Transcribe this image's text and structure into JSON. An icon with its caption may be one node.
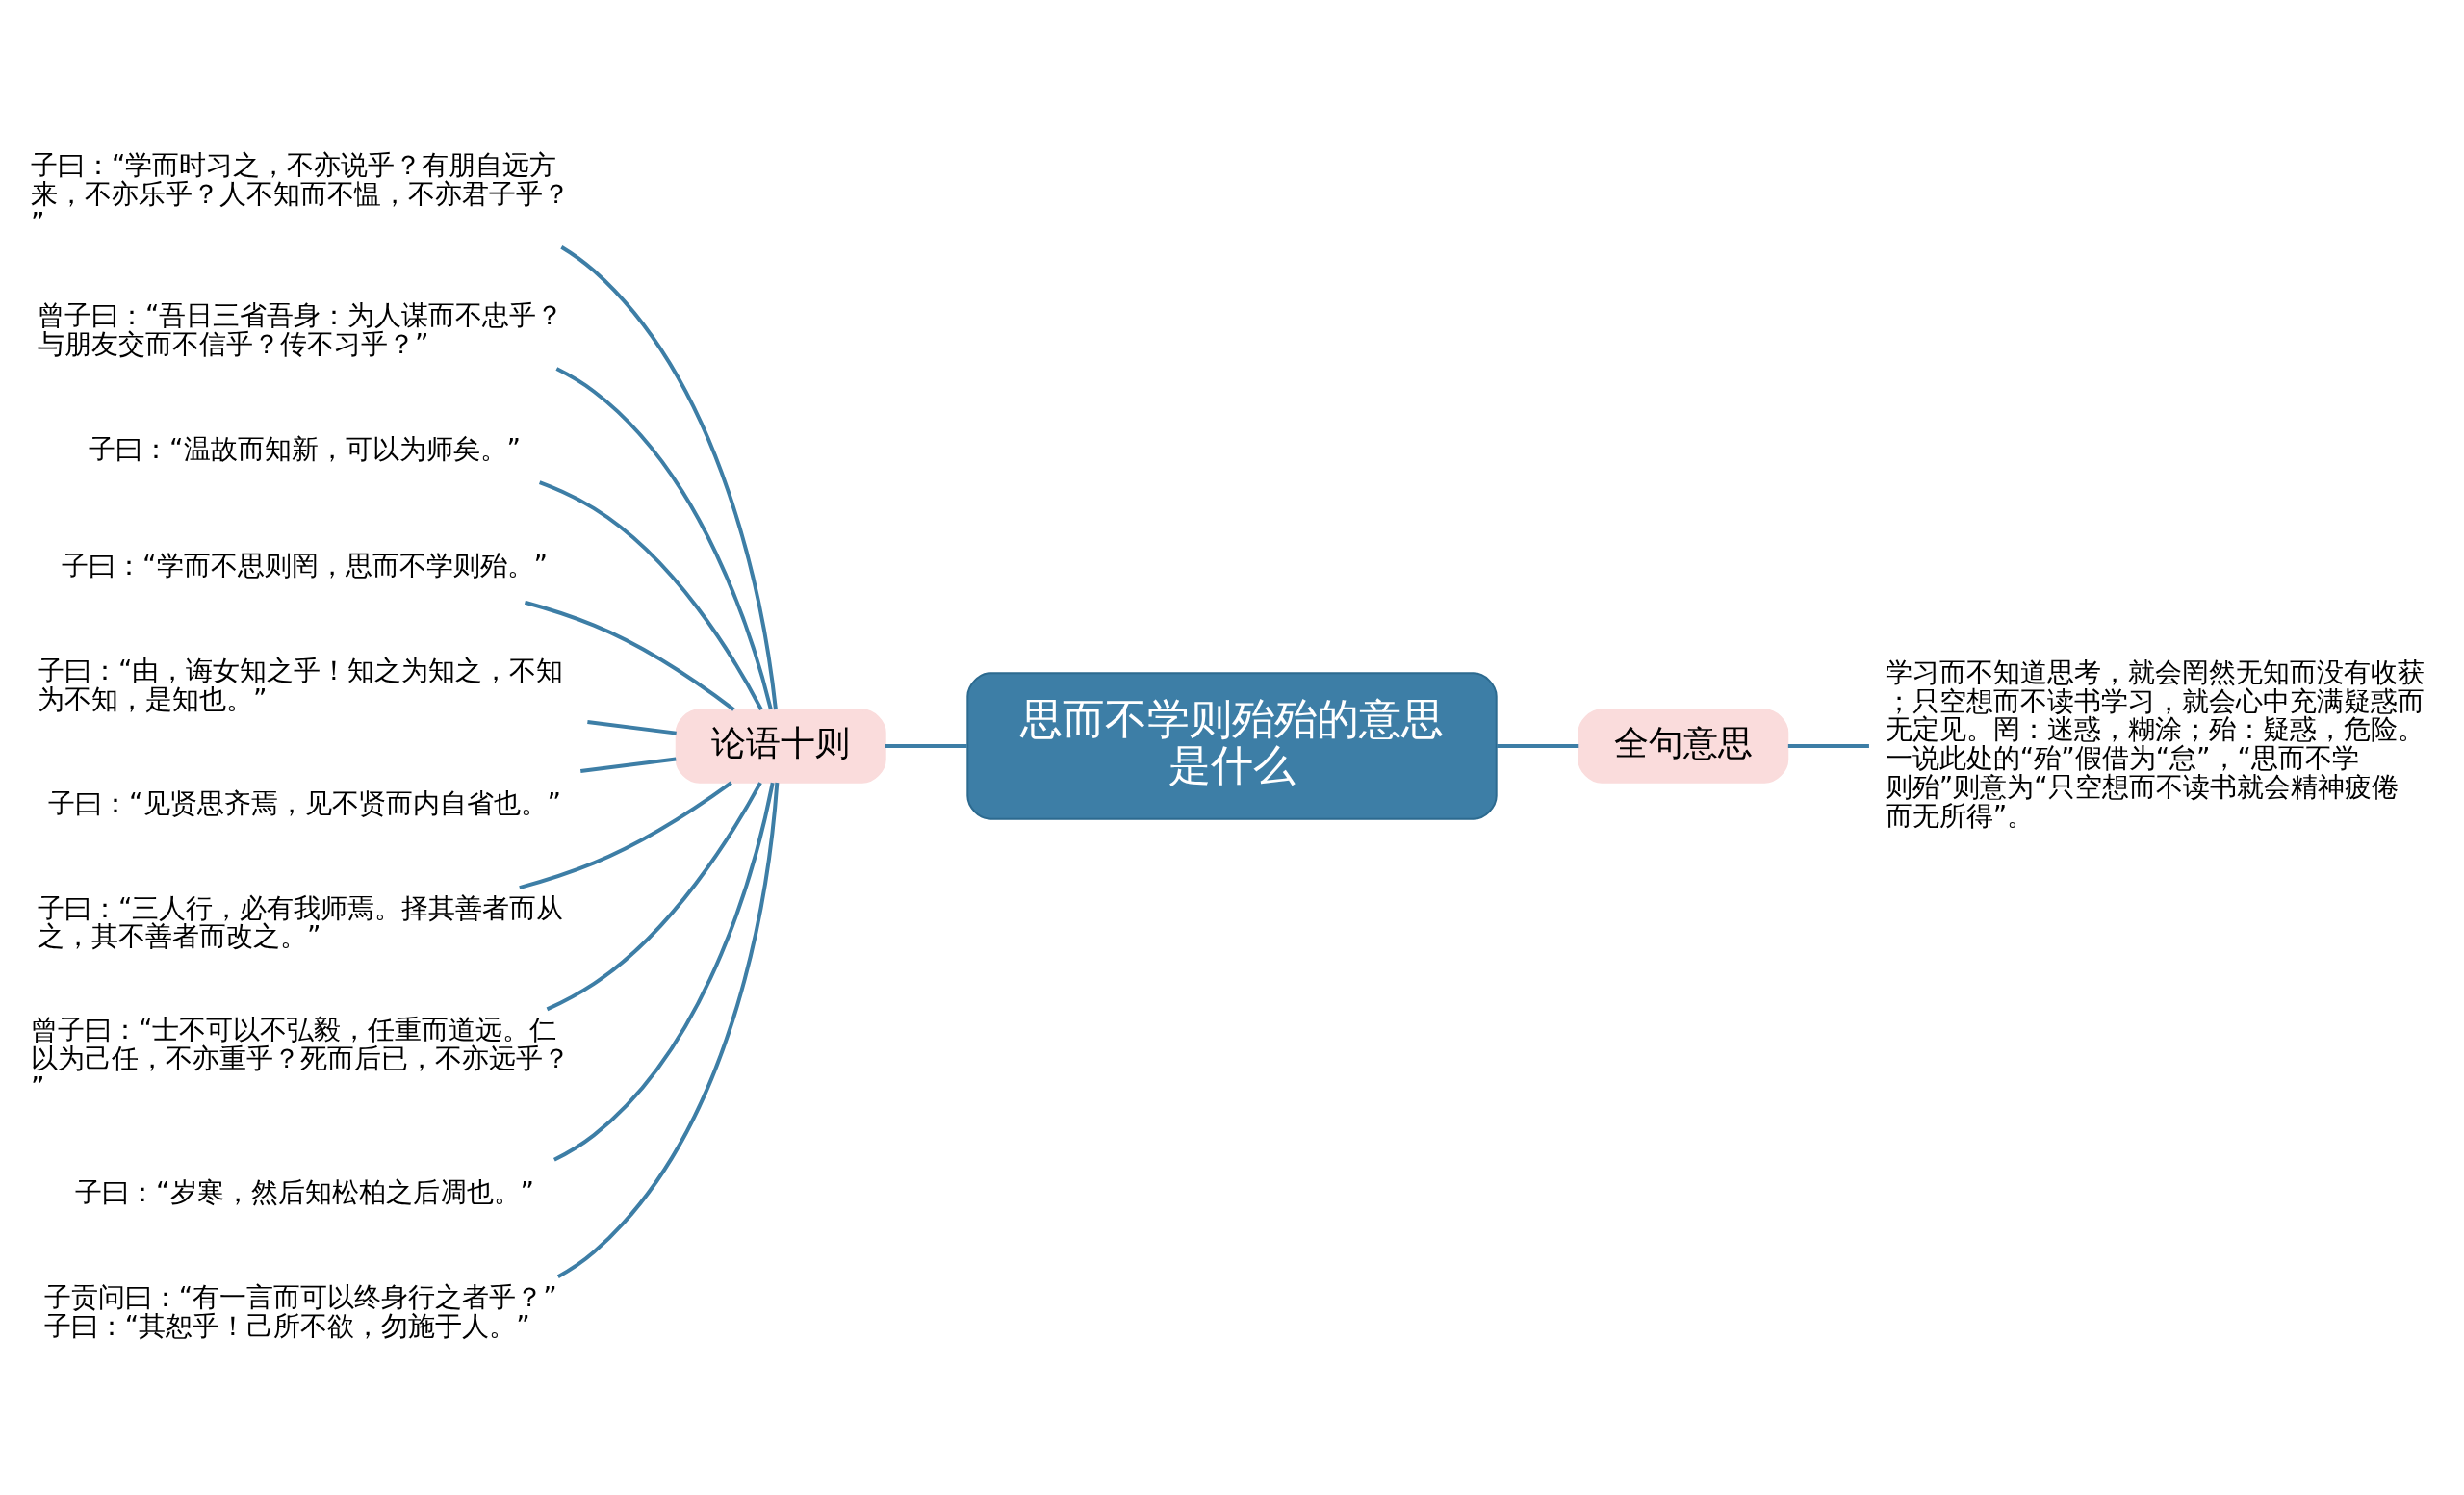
{
  "diagram": {
    "nodes": [
      {
        "text": [
          "思而不学则殆殆的意思是什么"
        ]
      },
      {
        "text": [
          "论语十则"
        ]
      },
      {
        "text": [
          "子曰：“学而时习之，不亦说乎？有朋自远方来，不亦乐乎？人不知而不愠，不亦君子乎？”"
        ]
      },
      {
        "text": [
          "曾子曰：“吾日三省吾身：为人谋而不忠乎？与朋友交而不信乎？传不习乎？”"
        ]
      },
      {
        "text": [
          "子曰：“温故而知新，可以为师矣。”"
        ]
      },
      {
        "text": [
          "子曰：“学而不思则罔，思而不学则殆。”"
        ]
      },
      {
        "text": [
          "子曰：“由，诲女知之乎！知之为知之，不知为不知，是知也。”"
        ]
      },
      {
        "text": [
          "子曰：“见贤思齐焉，见不贤而内自省也。”"
        ]
      },
      {
        "text": [
          "子曰：“三人行，必有我师焉。择其善者而从之，其不善者而改之。”"
        ]
      },
      {
        "text": [
          "曾子曰：“士不可以不弘毅，任重而道远。仁以为己任，不亦重乎？死而后已，不亦远乎？”"
        ]
      },
      {
        "text": [
          "子曰：“岁寒，然后知松柏之后凋也。”"
        ]
      },
      {
        "text": [
          "子贡问曰：“有一言而可以终身行之者乎？”子曰：“其恕乎！己所不欲，勿施于人。”"
        ]
      },
      {
        "text": [
          "全句意思"
        ]
      },
      {
        "text": [
          "学习而不知道思考，就会罔然无知而没有收获；只空想而不读书学习，就会心中充满疑惑而无定见。罔：迷惑，糊涂；殆：疑惑，危险。一说此处的“殆”假借为“怠”，“思而不学则殆”则意为“只空想而不读书就会精神疲倦而无所得”。"
        ]
      }
    ],
    "edges": [
      {
        "from": 1,
        "to": 0,
        "arrow": "none"
      },
      {
        "from": 2,
        "to": 1,
        "arrow": "none"
      },
      {
        "from": 3,
        "to": 1,
        "arrow": "none"
      },
      {
        "from": 4,
        "to": 1,
        "arrow": "none"
      },
      {
        "from": 5,
        "to": 1,
        "arrow": "none"
      },
      {
        "from": 6,
        "to": 1,
        "arrow": "none"
      },
      {
        "from": 7,
        "to": 1,
        "arrow": "none"
      },
      {
        "from": 8,
        "to": 1,
        "arrow": "none"
      },
      {
        "from": 9,
        "to": 1,
        "arrow": "none"
      },
      {
        "from": 10,
        "to": 1,
        "arrow": "none"
      },
      {
        "from": 11,
        "to": 1,
        "arrow": "none"
      },
      {
        "from": 0,
        "to": 12,
        "arrow": "none"
      },
      {
        "from": 12,
        "to": 13,
        "arrow": "none"
      }
    ]
  }
}
